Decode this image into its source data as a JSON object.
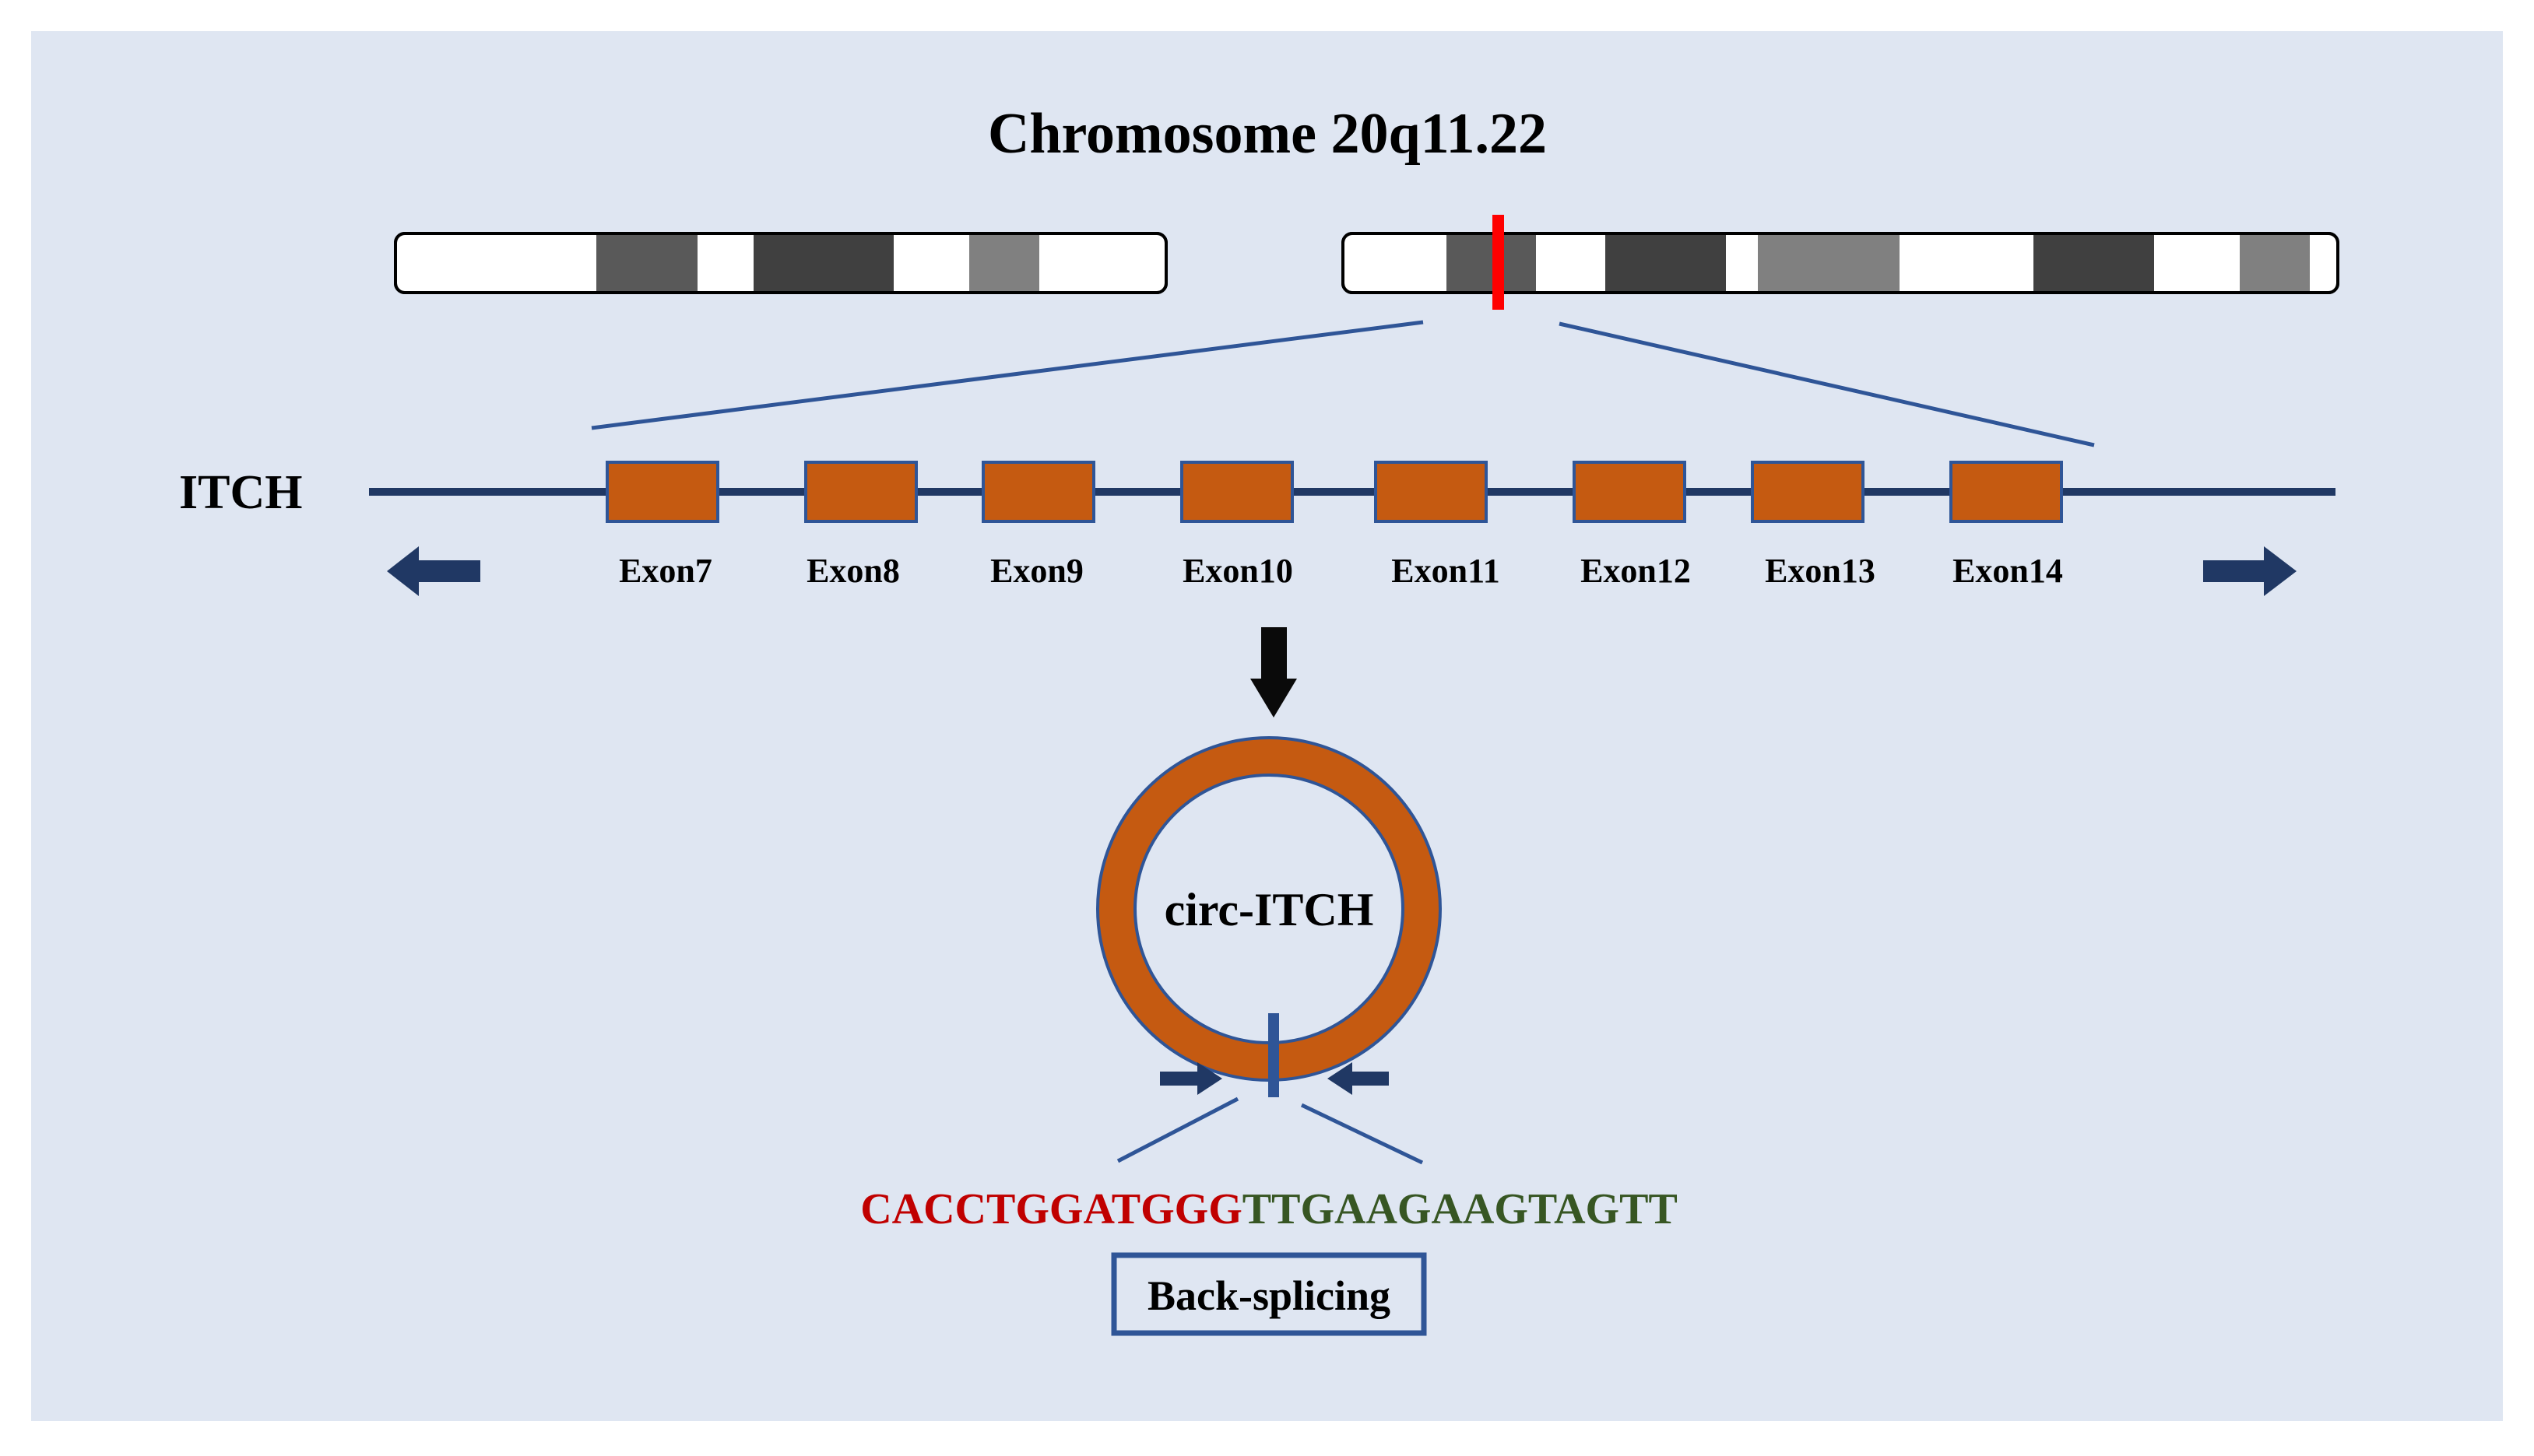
{
  "title": "Chromosome 20q11.22",
  "gene_label": "ITCH",
  "exons": [
    "Exon7",
    "Exon8",
    "Exon9",
    "Exon10",
    "Exon11",
    "Exon12",
    "Exon13",
    "Exon14"
  ],
  "circ_label": "circ-ITCH",
  "sequence": {
    "part1": "CACCTGGATGGG",
    "part2": "TTGAAGAAGTAGTT"
  },
  "splice_label": "Back-splicing",
  "colors": {
    "background": "#dfe6f2",
    "exon_fill": "#c55a11",
    "line": "#2f5597",
    "arrow": "#203864",
    "marker": "#ff0000",
    "seq_part1": "#c00000",
    "seq_part2": "#375623"
  }
}
